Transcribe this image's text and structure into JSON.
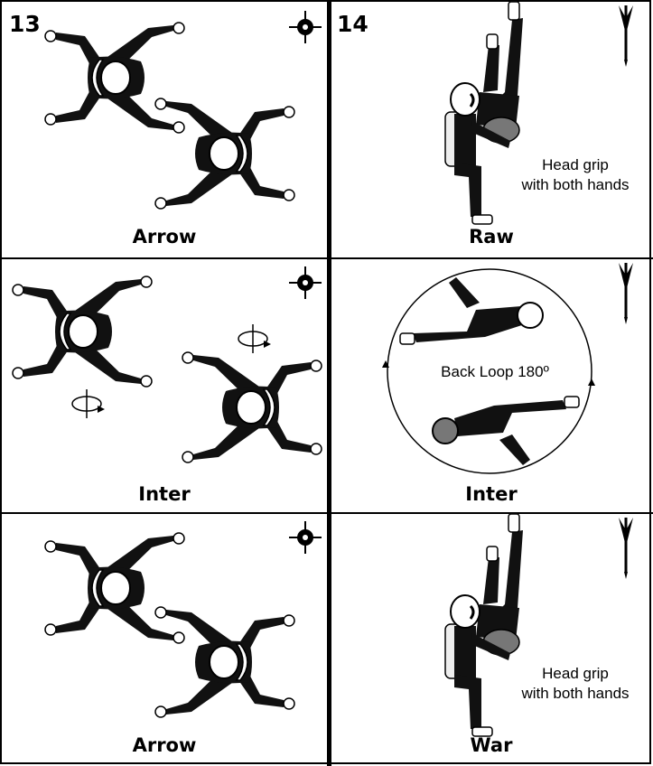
{
  "sequence": [
    {
      "number": "13",
      "rows": [
        {
          "caption": "Arrow",
          "orientation_icon": "target-crosshair-icon"
        },
        {
          "caption": "Inter",
          "orientation_icon": "target-crosshair-icon"
        },
        {
          "caption": "Arrow",
          "orientation_icon": "target-crosshair-icon"
        }
      ]
    },
    {
      "number": "14",
      "rows": [
        {
          "caption": "Raw",
          "note": "Head grip\nwith both hands",
          "orientation_icon": "vertical-dart-icon"
        },
        {
          "caption": "Inter",
          "note": "Back Loop 180º",
          "orientation_icon": "vertical-dart-icon"
        },
        {
          "caption": "War",
          "note": "Head grip\nwith both hands",
          "orientation_icon": "vertical-dart-icon"
        }
      ]
    }
  ],
  "colors": {
    "line": "#000000",
    "figure": "#111111",
    "helmet_dark": "#777777",
    "rig": "#eeeeee"
  }
}
